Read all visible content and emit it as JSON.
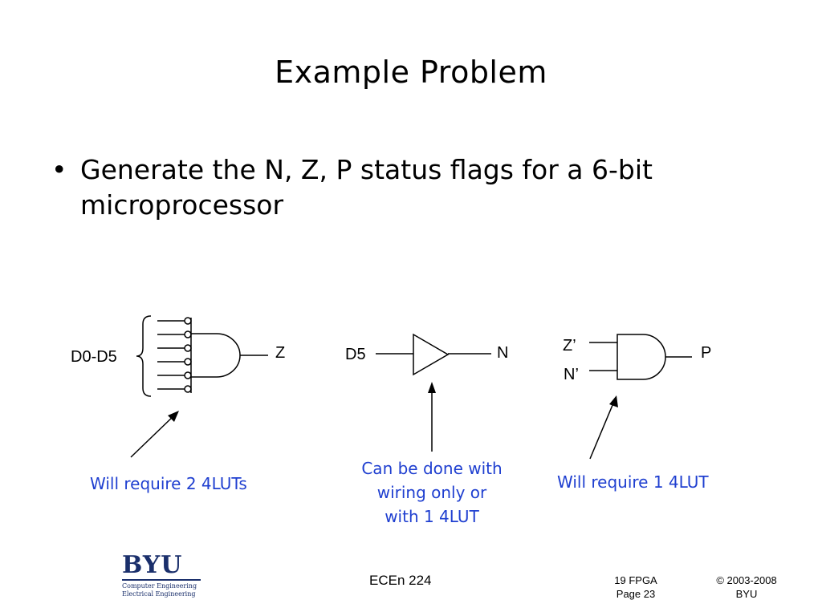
{
  "slide": {
    "title": "Example Problem",
    "bullet_marker": "•",
    "bullet_text": "Generate the N, Z, P status flags for a 6-bit microprocessor"
  },
  "diagram": {
    "z_gate": {
      "input_label": "D0-D5",
      "output_label": "Z"
    },
    "n_buffer": {
      "input_label": "D5",
      "output_label": "N"
    },
    "p_gate": {
      "input_top": "Z’",
      "input_bottom": "N’",
      "output_label": "P"
    }
  },
  "notes": {
    "left": "Will require 2 4LUTs",
    "middle_line1": "Can be done with",
    "middle_line2": "wiring only or",
    "middle_line3": "with 1 4LUT",
    "right": "Will require 1 4LUT"
  },
  "colors": {
    "note_text": "#1f3fd0",
    "logo": "#1a2f6b"
  },
  "footer": {
    "logo_text": "BYU",
    "logo_line1": "Computer Engineering",
    "logo_line2": "Electrical Engineering",
    "course": "ECEn 224",
    "lecture": "19 FPGA",
    "page": "Page 23",
    "copyright": "© 2003-2008",
    "org": "BYU"
  }
}
